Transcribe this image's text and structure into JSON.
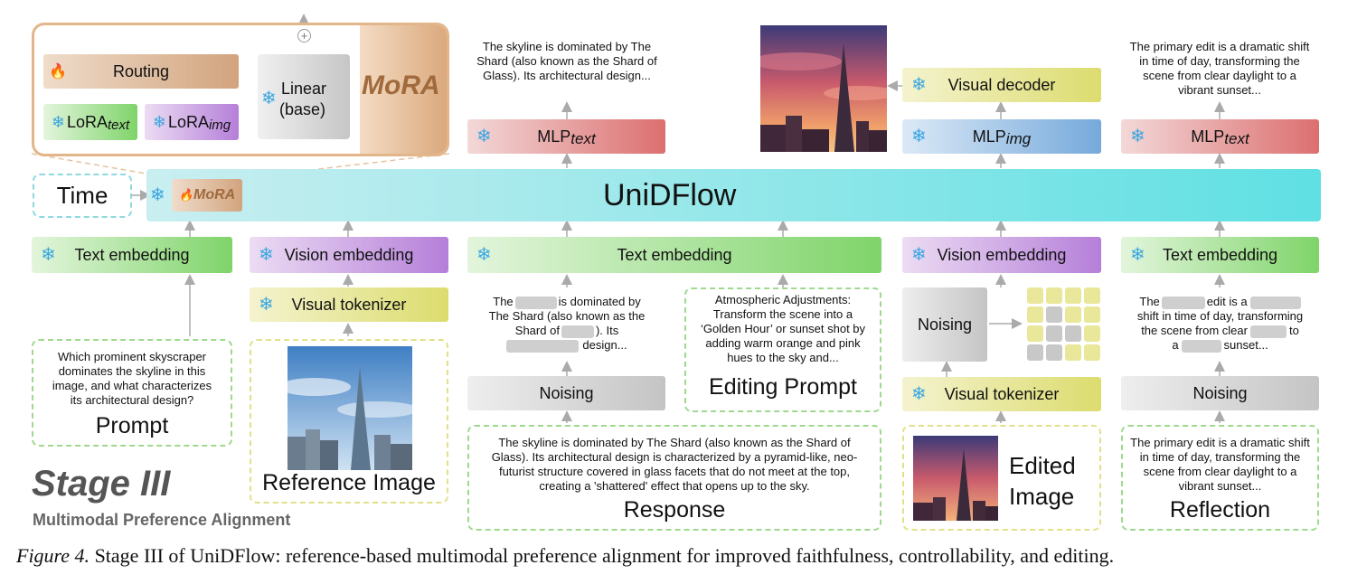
{
  "mora_panel": {
    "routing": "Routing",
    "lora_text_main": "LoRA",
    "lora_text_sub": "text",
    "lora_img_main": "LoRA",
    "lora_img_sub": "img",
    "linear_l1": "Linear",
    "linear_l2": "(base)",
    "mora_title": "MoRA"
  },
  "time_label": "Time",
  "backbone": {
    "mora_tag": "MoRA",
    "title": "UniDFlow"
  },
  "col1": {
    "embed": "Text embedding",
    "prompt_text": "Which prominent skyscraper dominates the skyline in this image, and what characterizes its architectural design?",
    "prompt_caption": "Prompt"
  },
  "col2": {
    "embed": "Vision embedding",
    "tokenizer": "Visual tokenizer",
    "caption": "Reference Image"
  },
  "col3": {
    "mlp_main": "MLP",
    "mlp_sub": "text",
    "output_text": "The skyline is dominated by The Shard (also known as the Shard of Glass). Its architectural design...",
    "embed": "Text embedding",
    "noised_a": "The",
    "noised_b": "is dominated by",
    "noised_c": "The Shard (also known as the",
    "noised_d": "Shard of",
    "noised_e": "). Its",
    "noised_f": "design...",
    "noising": "Noising",
    "edit_text": "Atmospheric Adjustments: Transform the scene into a ‘Golden Hour’ or sunset shot by adding warm orange and pink hues to the sky and...",
    "edit_caption": "Editing Prompt",
    "response_text": "The skyline is dominated by The Shard (also known as the Shard of Glass). Its architectural design is characterized by a pyramid-like, neo-futurist structure covered in glass facets that do not meet at the top, creating a 'shattered' effect that opens up to the sky.",
    "response_caption": "Response"
  },
  "col4": {
    "decoder": "Visual decoder",
    "mlp_main": "MLP",
    "mlp_sub": "img",
    "embed": "Vision embedding",
    "noising": "Noising",
    "tokenizer": "Visual tokenizer",
    "edited_l1": "Edited",
    "edited_l2": "Image"
  },
  "col5": {
    "mlp_main": "MLP",
    "mlp_sub": "text",
    "output_text": "The primary edit is a dramatic shift in time of day, transforming the scene from clear daylight to a vibrant sunset...",
    "embed": "Text embedding",
    "noised_a": "The",
    "noised_b": "edit is a",
    "noised_c": "shift in time of day, transforming",
    "noised_d": "the scene from clear",
    "noised_e": "to",
    "noised_f": "a",
    "noised_g": "sunset...",
    "noising": "Noising",
    "reflection_text": "The primary edit is a dramatic shift in time of day, transforming the scene from clear daylight to a vibrant sunset...",
    "reflection_caption": "Reflection"
  },
  "stage": {
    "title": "Stage III",
    "subtitle": "Multimodal Preference Alignment"
  },
  "caption": {
    "label": "Figure 4.",
    "text": "Stage III of UniDFlow: reference-based multimodal preference alignment for improved faithfulness, controllability, and editing."
  },
  "colors": {
    "accent_blue": "#3aa6e0",
    "backbone": "#7fe0e4",
    "mora_panel_border": "#d9a679",
    "mora_title": "#a06a3d"
  },
  "icons": [
    "snowflake-icon",
    "flame-icon",
    "plus-icon",
    "arrow-icon"
  ]
}
